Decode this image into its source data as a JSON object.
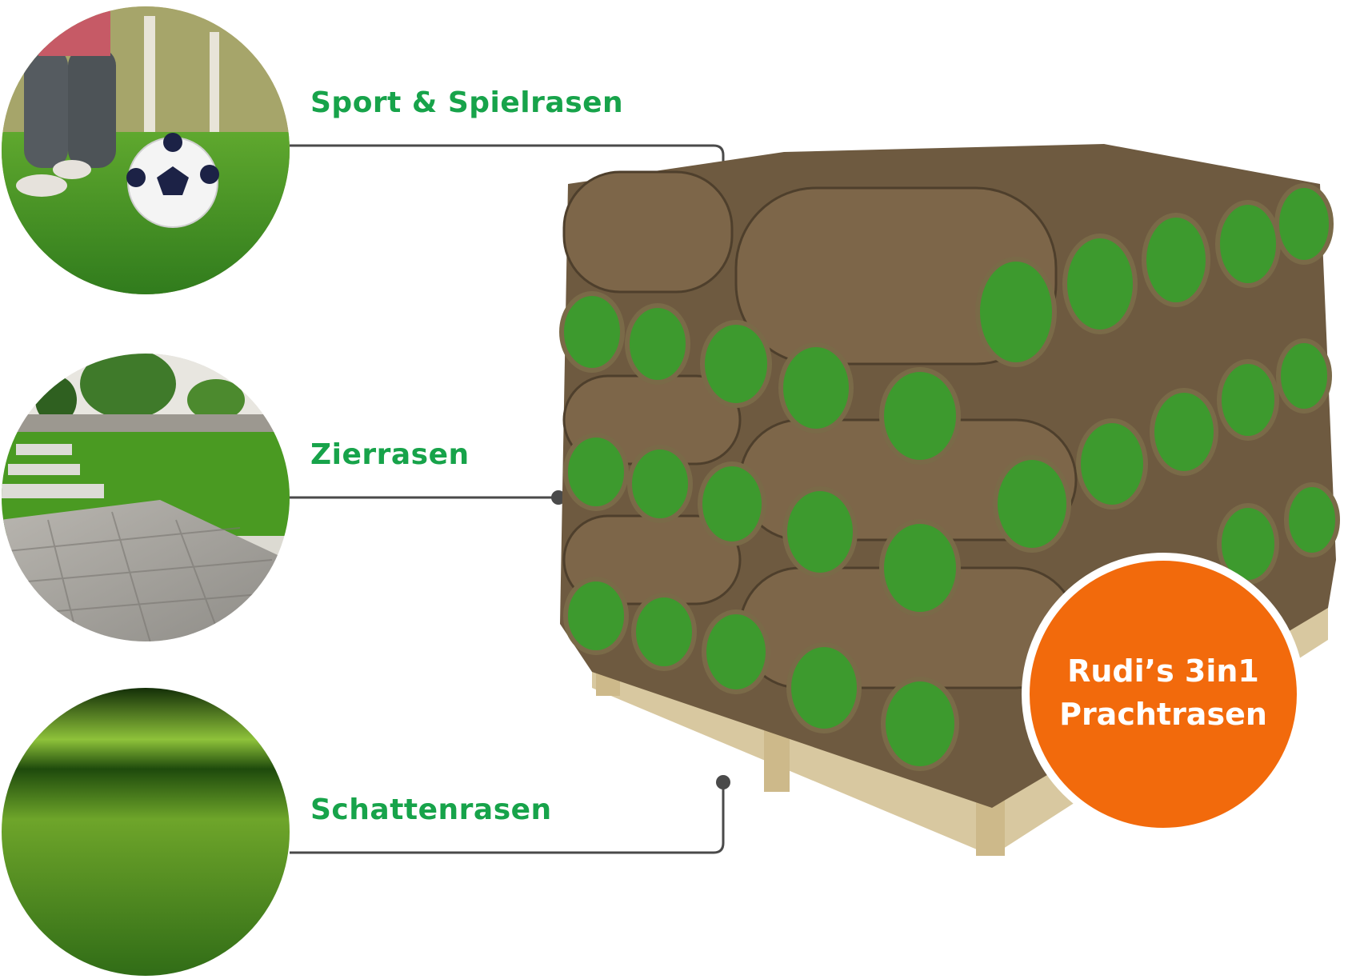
{
  "categories": [
    {
      "label": "Sport & Spielrasen",
      "image": "child-kicking-soccer-ball-on-lawn"
    },
    {
      "label": "Zierrasen",
      "image": "ornamental-lawn-with-paved-path"
    },
    {
      "label": "Schattenrasen",
      "image": "shaded-lawn-closeup"
    }
  ],
  "product": {
    "image": "pallet-of-rolled-turf",
    "badge_line1": "Rudi’s 3in1",
    "badge_line2": "Prachtrasen"
  },
  "colors": {
    "label_green": "#17a34a",
    "badge_orange": "#f26a0c",
    "connector_gray": "#4a4a4a",
    "grass_green": "#3f8f2a",
    "soil_brown": "#6e5a40"
  }
}
